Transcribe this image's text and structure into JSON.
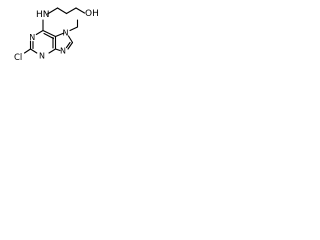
{
  "molecule": {
    "atoms": {
      "hn": "HN",
      "oh": "OH",
      "cl": "Cl",
      "n_top": "N",
      "n_left": "N",
      "n_bottom": "N",
      "n_methyl": "N"
    }
  }
}
